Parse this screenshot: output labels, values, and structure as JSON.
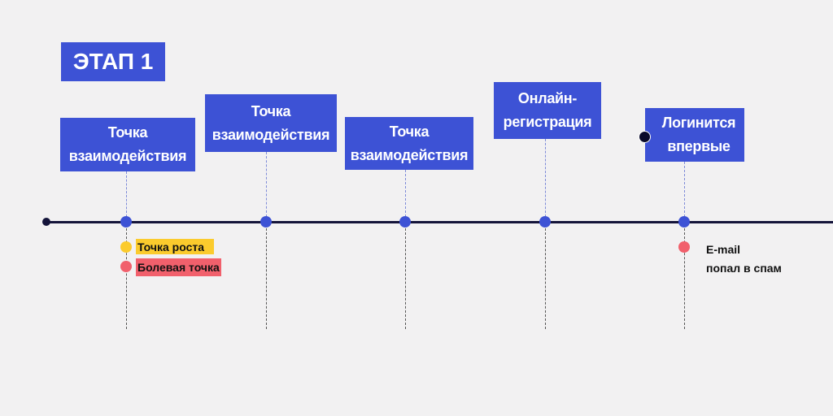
{
  "stage": {
    "label": "ЭТАП 1"
  },
  "points": [
    {
      "lines": [
        "Точка",
        "взаимодействия"
      ]
    },
    {
      "lines": [
        "Точка",
        "взаимодействия"
      ]
    },
    {
      "lines": [
        "Точка",
        "взаимодействия"
      ]
    },
    {
      "lines": [
        "Онлайн-",
        "регистрация"
      ]
    },
    {
      "lines": [
        "Логинится",
        "впервые"
      ]
    }
  ],
  "legend": {
    "growth": "Точка роста",
    "pain": "Болевая точка"
  },
  "note": {
    "lines": [
      "E-mail",
      "попал в спам"
    ]
  },
  "colors": {
    "accent": "#3d52d5",
    "growth": "#fbcb2d",
    "pain": "#f1606c",
    "axis": "#14143a"
  }
}
